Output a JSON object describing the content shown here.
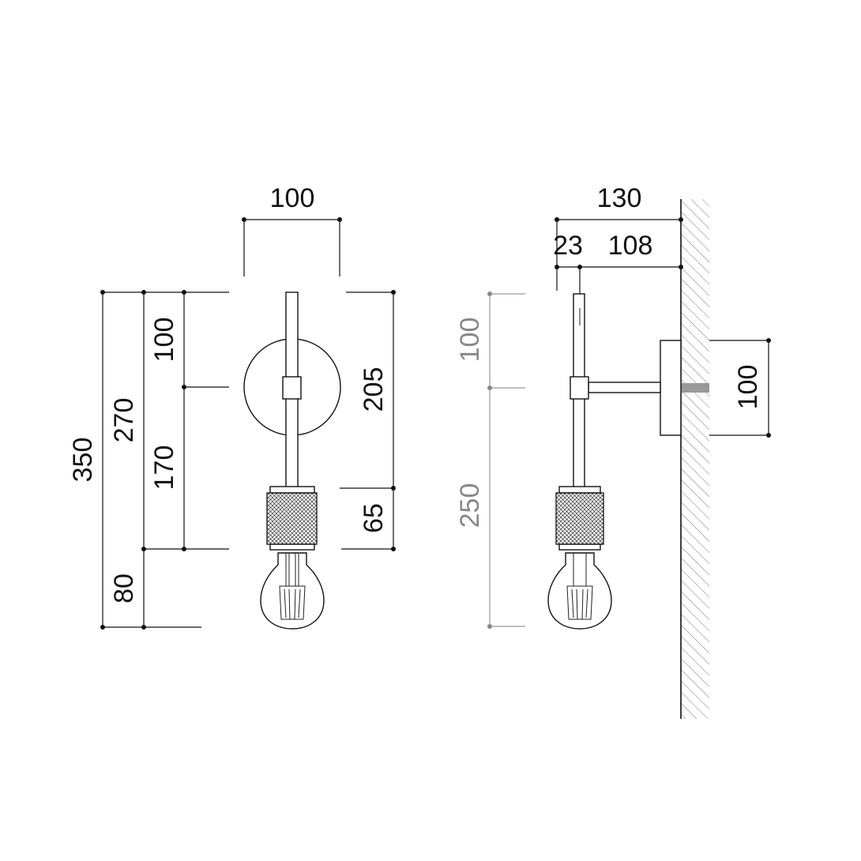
{
  "front_view": {
    "width_top": "100",
    "total_height": "350",
    "body_height": "270",
    "arm_top": "100",
    "arm_lower": "170",
    "bulb_drop": "80",
    "right_upper": "205",
    "socket_height": "65"
  },
  "side_view": {
    "depth_total": "130",
    "depth_tube": "23",
    "depth_arm": "108",
    "arm_top": "100",
    "lower_height": "250",
    "plate_height": "100"
  },
  "colors": {
    "line": "#111111",
    "secondary": "#888888",
    "background": "#ffffff"
  }
}
